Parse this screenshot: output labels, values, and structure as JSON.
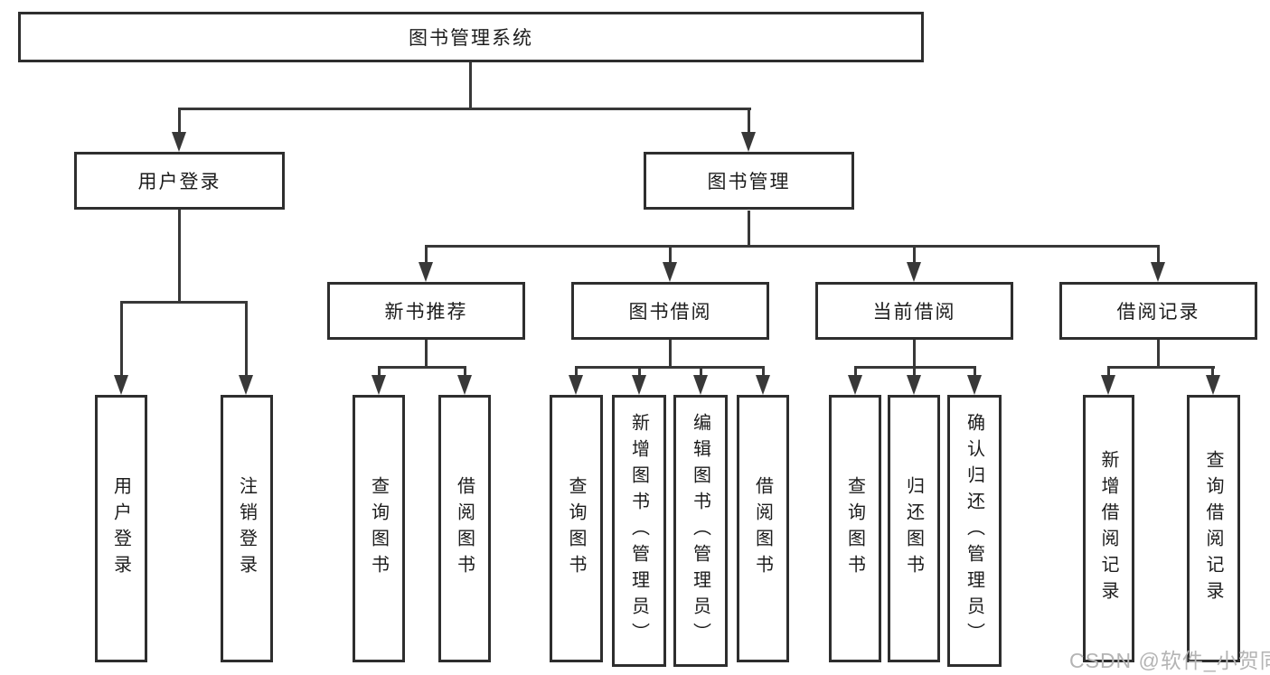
{
  "tree": {
    "root": {
      "label": "图书管理系统"
    },
    "children": [
      {
        "label": "用户登录",
        "children": [
          {
            "label": "用户登录"
          },
          {
            "label": "注销登录"
          }
        ]
      },
      {
        "label": "图书管理",
        "children": [
          {
            "label": "新书推荐",
            "children": [
              {
                "label": "查询图书"
              },
              {
                "label": "借阅图书"
              }
            ]
          },
          {
            "label": "图书借阅",
            "children": [
              {
                "label": "查询图书"
              },
              {
                "label": "新增图书（管理员）"
              },
              {
                "label": "编辑图书（管理员）"
              },
              {
                "label": "借阅图书"
              }
            ]
          },
          {
            "label": "当前借阅",
            "children": [
              {
                "label": "查询图书"
              },
              {
                "label": "归还图书"
              },
              {
                "label": "确认归还（管理员）"
              }
            ]
          },
          {
            "label": "借阅记录",
            "children": [
              {
                "label": "新增借阅记录"
              },
              {
                "label": "查询借阅记录"
              }
            ]
          }
        ]
      }
    ]
  },
  "watermark": {
    "text": "CSDN @软件_小贺同学"
  },
  "colors": {
    "line": "#383838",
    "box_border": "#2e2e2e",
    "text": "#1c1c1c",
    "watermark": "#b4b4b4",
    "background": "#ffffff"
  }
}
